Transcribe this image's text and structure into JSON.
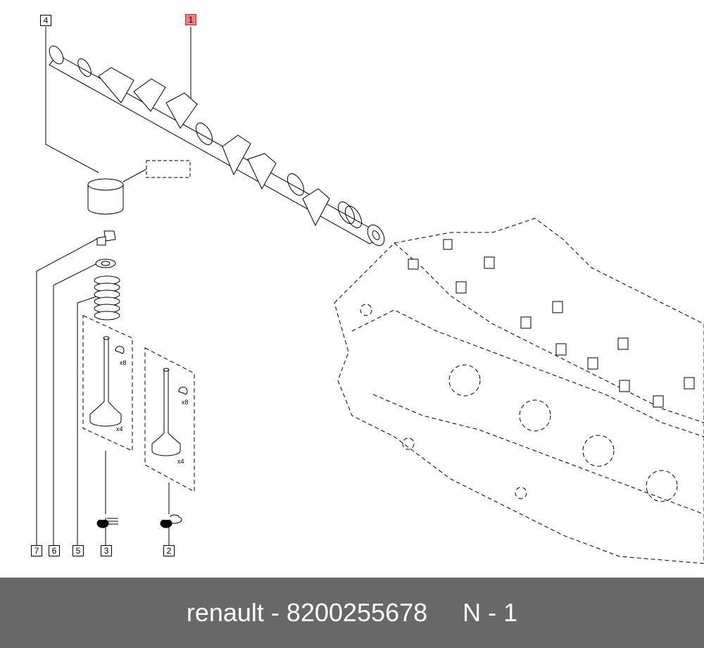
{
  "callouts": [
    "1",
    "2",
    "3",
    "4",
    "5",
    "6",
    "7"
  ],
  "highlight_color": "#f08080",
  "quantities": {
    "keepers_intake": "x8",
    "valves_intake": "x4",
    "keepers_exhaust": "x8",
    "valves_exhaust": "x4"
  },
  "footer": {
    "brand": "renault",
    "separator": " - ",
    "part_number": "8200255678",
    "position_label": "N - 1"
  },
  "icons": {
    "seal_a": "valve-stem-seal-icon",
    "seal_b": "valve-stem-seal-icon"
  }
}
